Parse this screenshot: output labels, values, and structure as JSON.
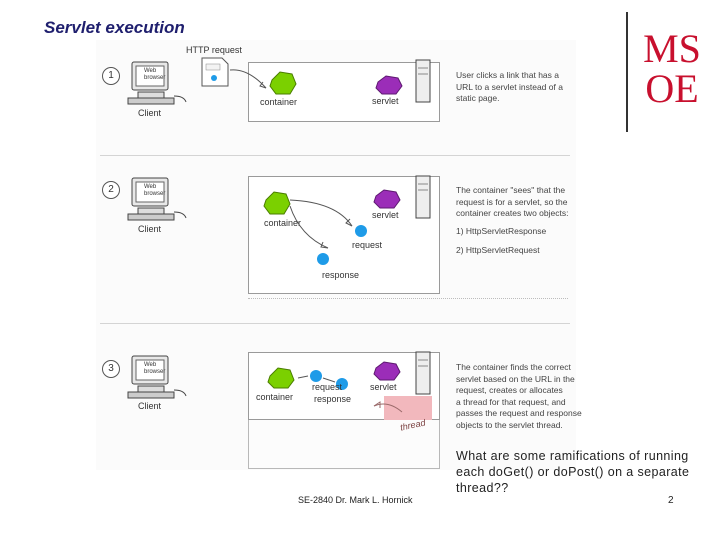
{
  "slide": {
    "title": "Servlet execution",
    "footer": "SE-2840 Dr. Mark L. Hornick",
    "page_number": "2",
    "question": "What are some ramifications of running each doGet() or doPost() on a separate thread??"
  },
  "logo": {
    "text_top": "MS",
    "text_bottom": "OE",
    "color": "#c8102e"
  },
  "figure": {
    "steps": [
      {
        "number": "1",
        "client_label": "Client",
        "browser_label": "Web browser",
        "container_label": "container",
        "servlet_label": "servlet",
        "http_request_label": "HTTP request",
        "note_lines": [
          "User clicks a link that has a",
          "URL to a servlet instead of a",
          "static page."
        ]
      },
      {
        "number": "2",
        "client_label": "Client",
        "browser_label": "Web browser",
        "container_label": "container",
        "servlet_label": "servlet",
        "request_label": "request",
        "response_label": "response",
        "note_lines": [
          "The container \"sees\" that the",
          "request is for a servlet, so the",
          "container creates two objects:"
        ],
        "list_items": [
          "1) HttpServletResponse",
          "2) HttpServletRequest"
        ]
      },
      {
        "number": "3",
        "client_label": "Client",
        "browser_label": "Web browser",
        "container_label": "container",
        "servlet_label": "servlet",
        "request_label": "request",
        "response_label": "response",
        "thread_label": "thread",
        "note_lines": [
          "The container finds the correct",
          "servlet based on the URL in the",
          "request, creates or allocates",
          "a thread for that request, and",
          "passes the request and response",
          "objects to the servlet thread."
        ]
      }
    ]
  },
  "colors": {
    "container": "#7bd000",
    "servlet": "#9b2db8",
    "object": "#1e9be8",
    "thread_box": "#f2b8bd",
    "title": "#1f1f6e"
  }
}
